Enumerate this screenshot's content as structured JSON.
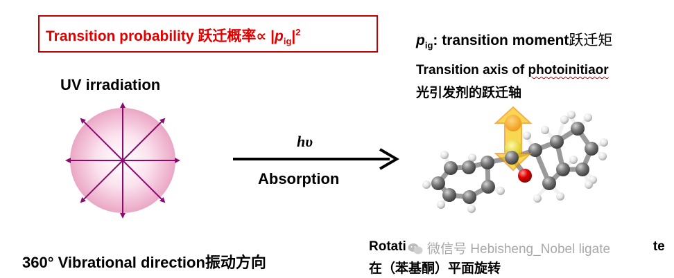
{
  "title_box": {
    "prefix": "Transition probability 跃迁概率∝ |",
    "p": "p",
    "sub": "ig",
    "suffix": "|",
    "sup": "2"
  },
  "moment_def": {
    "p": "p",
    "sub": "ig",
    "text": ": transition moment",
    "cn": "跃迁矩"
  },
  "transition_axis": {
    "line1_prefix": "Transition axis of ",
    "line1_word": "photoinitiaor",
    "line2": "光引发剂的跃迁轴"
  },
  "uv_label": "UV irradiation",
  "hv_label": "hυ",
  "absorption_label": "Absorption",
  "vibration_label": "360° Vibrational direction振动方向",
  "rotation": {
    "line1": "Rotati",
    "line1_tail": "te",
    "line2": "在（苯基酮）平面旋转"
  },
  "watermark": "微信号 Hebisheng_Nobel ligate",
  "colors": {
    "title_red": "#e00000",
    "arrow_purple": "#8b0a6e",
    "atom_carbon": "#6e6e6e",
    "atom_oxygen": "#dd0000",
    "atom_hydrogen": "#e6e6e6",
    "dipole_orange": "#f7a400",
    "dipole_yellow": "#f5dc00"
  }
}
